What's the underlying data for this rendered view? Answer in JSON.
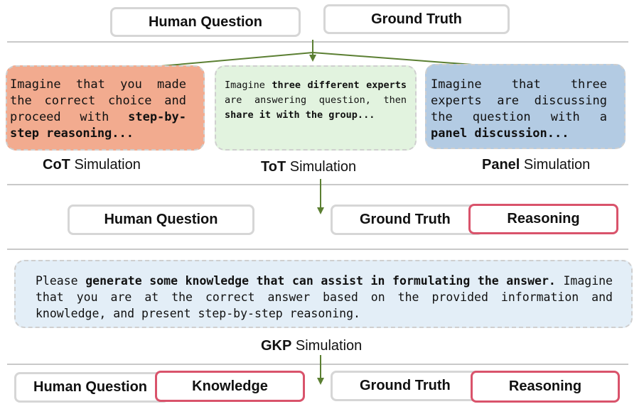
{
  "top": {
    "human_question": "Human Question",
    "ground_truth": "Ground Truth"
  },
  "cot": {
    "pre": "Imagine that you made the correct choice and proceed with ",
    "bold": "step-by-step reasoning...",
    "label_bold": "CoT",
    "label_rest": " Simulation"
  },
  "tot": {
    "pre": "Imagine ",
    "bold1": "three different experts",
    "mid": " are answering question, then ",
    "bold2": "share it with the group...",
    "label_bold": "ToT",
    "label_rest": " Simulation"
  },
  "panel": {
    "pre": "Imagine that three experts are discussing the question with a ",
    "bold": "panel discussion...",
    "label_bold": "Panel",
    "label_rest": " Simulation"
  },
  "middle": {
    "human_question": "Human Question",
    "ground_truth": "Ground Truth",
    "reasoning": "Reasoning"
  },
  "gkp": {
    "line1_pre": "Please ",
    "line1_bold": "generate some knowledge that can assist in formulating the answer.",
    "rest": "Imagine that you are at the correct answer based on the provided information and knowledge, and present step-by-step reasoning.",
    "label_bold": "GKP",
    "label_rest": " Simulation"
  },
  "bottom": {
    "human_question": "Human Question",
    "knowledge": "Knowledge",
    "ground_truth": "Ground Truth",
    "reasoning": "Reasoning"
  },
  "colors": {
    "cot_fill": "#f2ab8f",
    "tot_fill": "#e2f3df",
    "panel_fill": "#b3cbe3",
    "gkp_fill": "#e3eef7",
    "arrow": "#5b7f32",
    "highlight_border": "#d9536b"
  }
}
